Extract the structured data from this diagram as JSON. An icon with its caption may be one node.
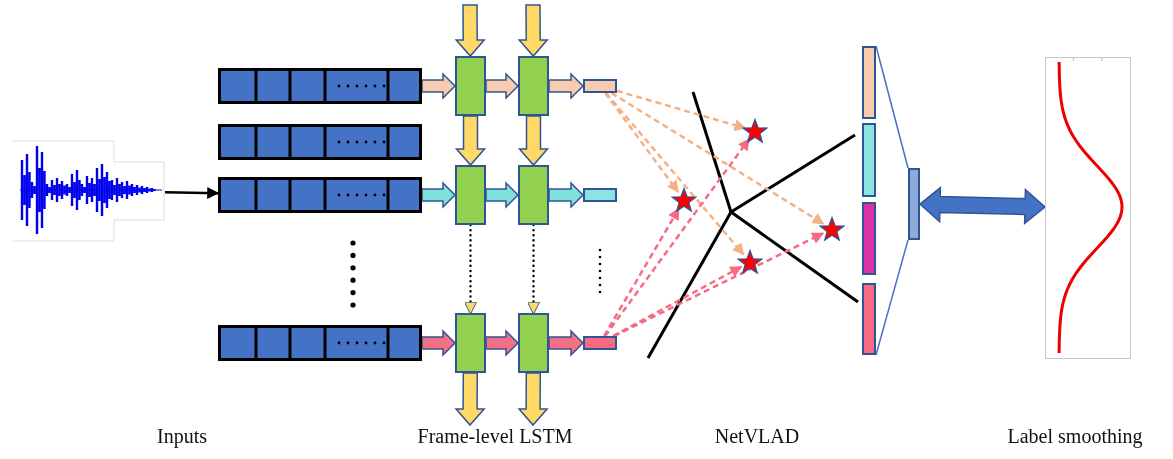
{
  "diagram": {
    "nodes": [
      {
        "text": [],
        "shape": "picture"
      },
      {
        "text": [],
        "shape": "box"
      },
      {
        "text": [],
        "shape": "box"
      },
      {
        "text": [],
        "shape": "box"
      },
      {
        "text": [],
        "shape": "box"
      },
      {
        "text": [],
        "shape": "box"
      },
      {
        "text": [],
        "shape": "box"
      },
      {
        "text": [],
        "shape": "box"
      },
      {
        "text": [],
        "shape": "box"
      },
      {
        "text": [],
        "shape": "box"
      },
      {
        "text": [],
        "shape": "box"
      },
      {
        "text": [],
        "shape": "box"
      },
      {
        "text": [],
        "shape": "box"
      },
      {
        "text": [],
        "shape": "box"
      },
      {
        "text": [],
        "shape": "star"
      },
      {
        "text": [],
        "shape": "star"
      },
      {
        "text": [],
        "shape": "star"
      },
      {
        "text": [],
        "shape": "star"
      },
      {
        "text": [],
        "shape": "box"
      },
      {
        "text": [],
        "shape": "box"
      },
      {
        "text": [],
        "shape": "box"
      },
      {
        "text": [],
        "shape": "box"
      },
      {
        "text": [],
        "shape": "box"
      },
      {
        "text": [],
        "shape": "picture"
      }
    ],
    "edges": [
      {
        "from": 0,
        "to": 3,
        "arrow": "to",
        "color": "#000000"
      },
      {
        "from": 1,
        "to": 5,
        "arrow": "to",
        "style": "thick",
        "color": "#f8cbad"
      },
      {
        "from": 5,
        "to": 6,
        "arrow": "to",
        "style": "thick",
        "color": "#f8cbad"
      },
      {
        "from": 6,
        "to": 11,
        "arrow": "to",
        "style": "thick",
        "color": "#f8cbad"
      },
      {
        "from": 3,
        "to": 7,
        "arrow": "to",
        "style": "thick",
        "color": "#7fe0dc"
      },
      {
        "from": 7,
        "to": 8,
        "arrow": "to",
        "style": "thick",
        "color": "#7fe0dc"
      },
      {
        "from": 8,
        "to": 12,
        "arrow": "to",
        "style": "thick",
        "color": "#7fe0dc"
      },
      {
        "from": 4,
        "to": 9,
        "arrow": "to",
        "style": "thick",
        "color": "#f56f87"
      },
      {
        "from": 9,
        "to": 10,
        "arrow": "to",
        "style": "thick",
        "color": "#f56f87"
      },
      {
        "from": 10,
        "to": 13,
        "arrow": "to",
        "style": "thick",
        "color": "#f56f87"
      },
      {
        "from": null,
        "to": 5,
        "arrow": "to",
        "style": "thick",
        "color": "#ffd966"
      },
      {
        "from": null,
        "to": 6,
        "arrow": "to",
        "style": "thick",
        "color": "#ffd966"
      },
      {
        "from": 5,
        "to": 7,
        "arrow": "to",
        "style": "thick",
        "color": "#ffd966"
      },
      {
        "from": 6,
        "to": 8,
        "arrow": "to",
        "style": "thick",
        "color": "#ffd966"
      },
      {
        "from": 7,
        "to": 9,
        "arrow": "to",
        "style": "dashed",
        "color": "#000000"
      },
      {
        "from": 8,
        "to": 10,
        "arrow": "to",
        "style": "dashed",
        "color": "#000000"
      },
      {
        "from": 9,
        "to": null,
        "arrow": "to",
        "style": "thick",
        "color": "#ffd966"
      },
      {
        "from": 10,
        "to": null,
        "arrow": "to",
        "style": "thick",
        "color": "#ffd966"
      },
      {
        "from": 11,
        "to": 14,
        "arrow": "to",
        "style": "dashed",
        "color": "#f4b183"
      },
      {
        "from": 11,
        "to": 15,
        "arrow": "to",
        "style": "dashed",
        "color": "#f4b183"
      },
      {
        "from": 11,
        "to": 16,
        "arrow": "to",
        "style": "dashed",
        "color": "#f4b183"
      },
      {
        "from": 11,
        "to": 17,
        "arrow": "to",
        "style": "dashed",
        "color": "#f4b183"
      },
      {
        "from": 13,
        "to": 14,
        "arrow": "to",
        "style": "dashed",
        "color": "#f76a84"
      },
      {
        "from": 13,
        "to": 15,
        "arrow": "to",
        "style": "dashed",
        "color": "#f76a84"
      },
      {
        "from": 13,
        "to": 16,
        "arrow": "to",
        "style": "dashed",
        "color": "#f76a84"
      },
      {
        "from": 13,
        "to": 17,
        "arrow": "to",
        "style": "dashed",
        "color": "#f76a84"
      },
      {
        "from": 18,
        "to": 22,
        "arrow": "none",
        "color": "#4472c4"
      },
      {
        "from": 21,
        "to": 22,
        "arrow": "none",
        "color": "#4472c4"
      },
      {
        "from": 22,
        "to": 23,
        "arrow": "both",
        "style": "thick",
        "color": "#4472c4"
      }
    ],
    "labels": [
      "Inputs",
      "Frame-level LSTM",
      "NetVLAD",
      "Label smoothing"
    ]
  }
}
